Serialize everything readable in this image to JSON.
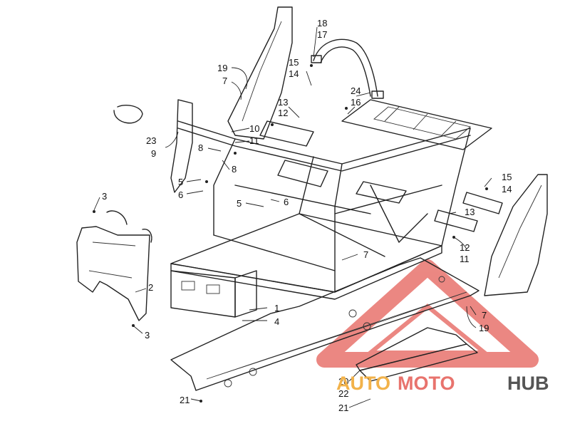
{
  "callouts": [
    {
      "id": "c18a",
      "text": "18"
    },
    {
      "id": "c17a",
      "text": "17"
    },
    {
      "id": "c19a",
      "text": "19"
    },
    {
      "id": "c7a",
      "text": "7"
    },
    {
      "id": "c15a",
      "text": "15"
    },
    {
      "id": "c14a",
      "text": "14"
    },
    {
      "id": "c24",
      "text": "24"
    },
    {
      "id": "c16",
      "text": "16"
    },
    {
      "id": "c13a",
      "text": "13"
    },
    {
      "id": "c12a",
      "text": "12"
    },
    {
      "id": "c10",
      "text": "10"
    },
    {
      "id": "c11a",
      "text": "11"
    },
    {
      "id": "c23",
      "text": "23"
    },
    {
      "id": "c9",
      "text": "9"
    },
    {
      "id": "c8a",
      "text": "8"
    },
    {
      "id": "c8b",
      "text": "8"
    },
    {
      "id": "c5a",
      "text": "5"
    },
    {
      "id": "c6a",
      "text": "6"
    },
    {
      "id": "c5b",
      "text": "5"
    },
    {
      "id": "c6b",
      "text": "6"
    },
    {
      "id": "c3a",
      "text": "3"
    },
    {
      "id": "c15b",
      "text": "15"
    },
    {
      "id": "c14b",
      "text": "14"
    },
    {
      "id": "c13b",
      "text": "13"
    },
    {
      "id": "c12b",
      "text": "12"
    },
    {
      "id": "c11b",
      "text": "11"
    },
    {
      "id": "c7b",
      "text": "7"
    },
    {
      "id": "c2",
      "text": "2"
    },
    {
      "id": "c1",
      "text": "1"
    },
    {
      "id": "c4",
      "text": "4"
    },
    {
      "id": "c3b",
      "text": "3"
    },
    {
      "id": "c7c",
      "text": "7"
    },
    {
      "id": "c19b",
      "text": "19"
    },
    {
      "id": "c20",
      "text": "20"
    },
    {
      "id": "c22",
      "text": "22"
    },
    {
      "id": "c21a",
      "text": "21"
    },
    {
      "id": "c21b",
      "text": "21"
    }
  ],
  "watermark": {
    "part1": "AUTO",
    "part2": "MOTO",
    "part3": "HUB",
    "color_red": "#e8736d",
    "color_orange": "#f2b24a",
    "color_gray": "#555555"
  }
}
